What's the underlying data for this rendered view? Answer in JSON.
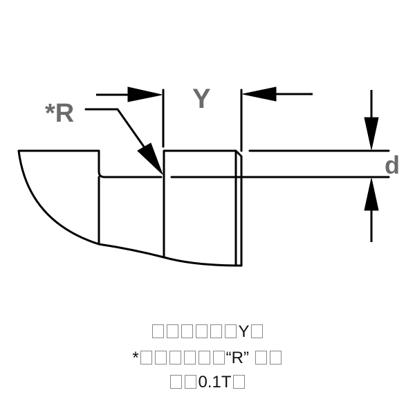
{
  "diagram": {
    "labels": {
      "radius": "*R",
      "width": "Y",
      "depth": "d"
    },
    "colors": {
      "line": "#000000",
      "label": "#6b6b6b",
      "caption": "#111111"
    }
  },
  "caption": {
    "lines": [
      {
        "segments": [
          {
            "type": "tofu",
            "count": 6
          },
          {
            "type": "text",
            "value": "Y"
          },
          {
            "type": "tofu",
            "count": 1
          }
        ]
      },
      {
        "segments": [
          {
            "type": "text",
            "value": "*"
          },
          {
            "type": "tofu",
            "count": 6
          },
          {
            "type": "text",
            "value": "“R” "
          },
          {
            "type": "tofu",
            "count": 2
          }
        ]
      },
      {
        "segments": [
          {
            "type": "tofu",
            "count": 2
          },
          {
            "type": "text",
            "value": "0.1T"
          },
          {
            "type": "tofu",
            "count": 1
          }
        ]
      }
    ]
  }
}
